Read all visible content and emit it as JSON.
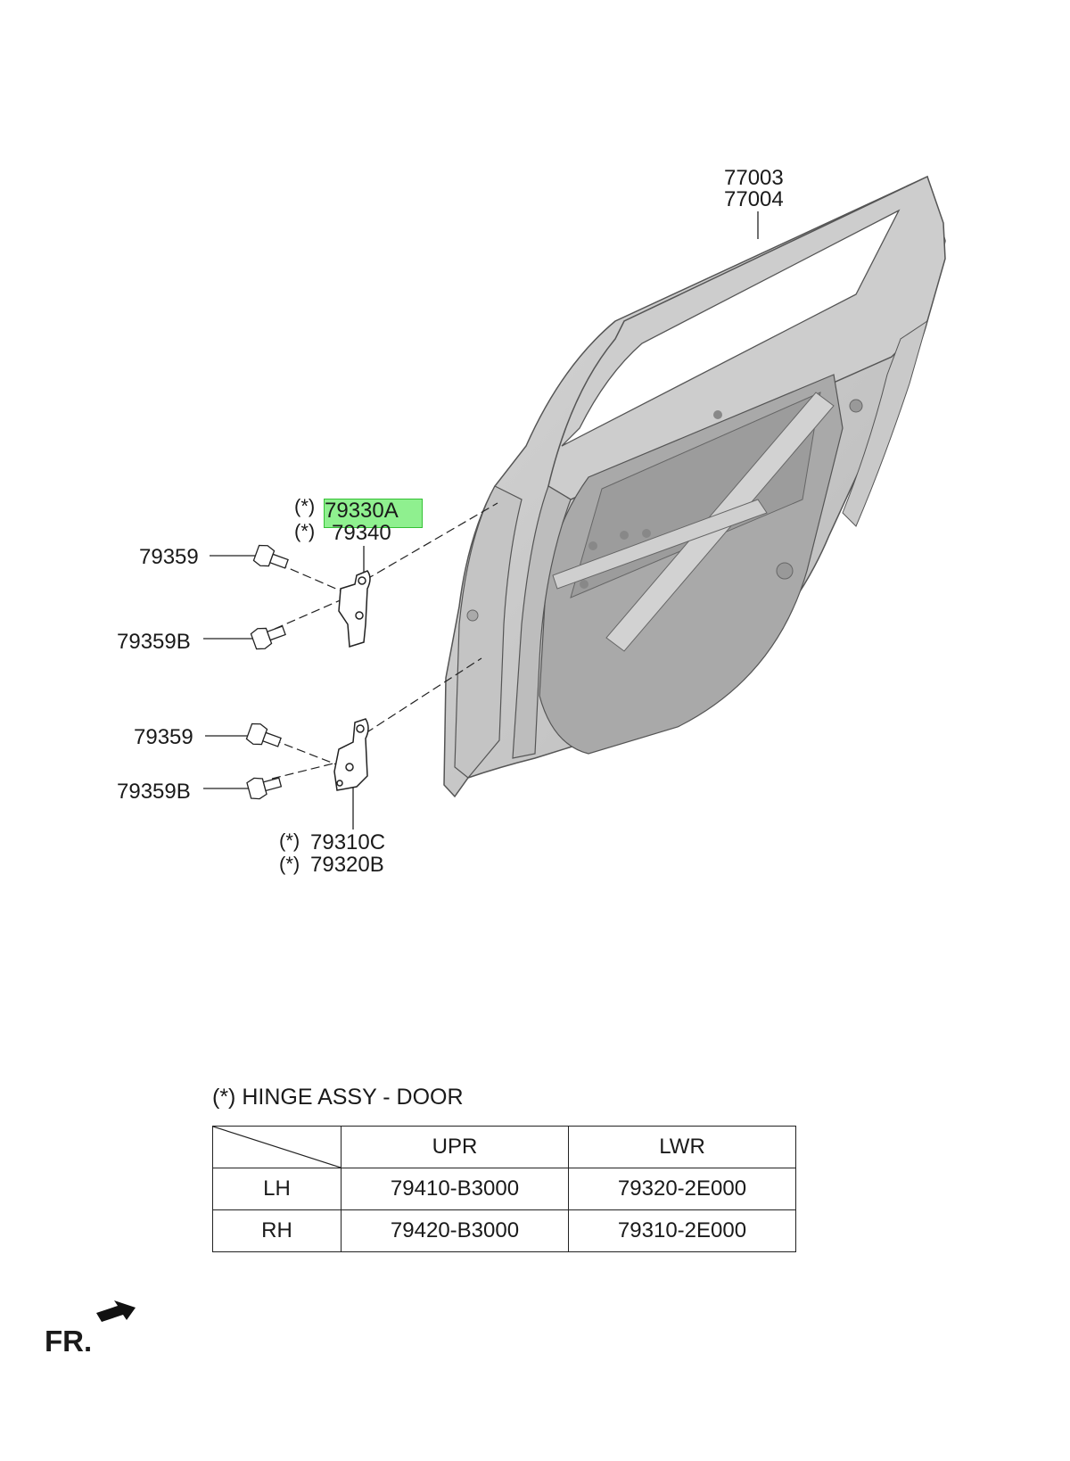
{
  "callouts": {
    "door_panel": [
      "77003",
      "77004"
    ],
    "upper_hinge": [
      "79330A",
      "79340"
    ],
    "lower_hinge": [
      "79310C",
      "79320B"
    ],
    "bolt_upper_1": "79359",
    "bolt_upper_2": "79359B",
    "bolt_lower_1": "79359",
    "bolt_lower_2": "79359B",
    "asterisk": "(*)"
  },
  "highlight_color": "#8ff08f",
  "note": "(*) HINGE ASSY - DOOR",
  "table": {
    "headers": [
      "",
      "UPR",
      "LWR"
    ],
    "rows": [
      [
        "LH",
        "79410-B3000",
        "79320-2E000"
      ],
      [
        "RH",
        "79420-B3000",
        "79310-2E000"
      ]
    ]
  },
  "direction_label": "FR.",
  "direction_icon": "front-arrow-icon"
}
